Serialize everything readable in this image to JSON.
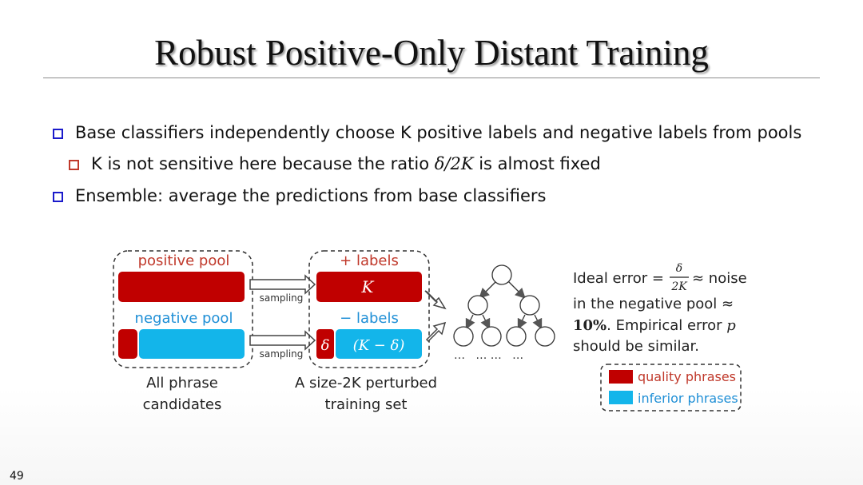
{
  "slide": {
    "title": "Robust Positive-Only Distant Training",
    "page_number": "49"
  },
  "bullets": [
    {
      "text": "Base classifiers independently choose K positive labels and negative labels from pools",
      "level": 1
    },
    {
      "text_pre": "K is not sensitive here because the ratio ",
      "math": "δ/2K",
      "text_post": " is almost fixed",
      "level": 2
    },
    {
      "text": "Ensemble: average the predictions from base classifiers",
      "level": 1
    }
  ],
  "diagram": {
    "positive_pool_label": "positive pool",
    "negative_pool_label": "negative pool",
    "sampling_label": "sampling",
    "plus_labels": "+ labels",
    "minus_labels": "− labels",
    "k_label": "K",
    "delta_label": "δ",
    "k_minus_delta_label": "(K − δ)",
    "caption_left_line1": "All phrase",
    "caption_left_line2": "candidates",
    "caption_mid_line1": "A size-2K perturbed",
    "caption_mid_line2": "training set",
    "ellipsis": "…   … …   …",
    "error_prefix": "Ideal error =",
    "frac_num": "δ",
    "frac_den": "2K",
    "error_suffix": "≈ noise",
    "error_line2": "in the negative pool ≈",
    "error_line3_bold": "10%",
    "error_line3_rest": ". Empirical error ",
    "error_line3_var": "p",
    "error_line4": "should be similar.",
    "legend_quality": "quality phrases",
    "legend_inferior": "inferior phrases"
  },
  "colors": {
    "quality": "#c00000",
    "inferior": "#13b5ea",
    "label_red": "#c0392b",
    "label_blue": "#1f8fd6",
    "bullet_blue": "#1a1acb"
  }
}
